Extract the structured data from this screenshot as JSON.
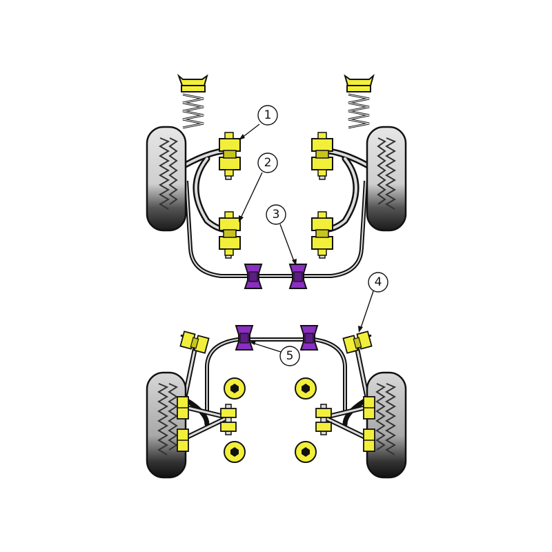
{
  "callouts": [
    "1",
    "2",
    "3",
    "4",
    "5"
  ],
  "colors": {
    "bush_yellow": "#f2ef3a",
    "bush_shade": "#c9c41c",
    "bush_purple": "#8a2fc0",
    "purple_shade": "#5e1c86",
    "metal": "#dcdcdc",
    "tire_dark": "#1e1e1e",
    "tire_light": "#d9d9d9",
    "outline": "#111111"
  }
}
